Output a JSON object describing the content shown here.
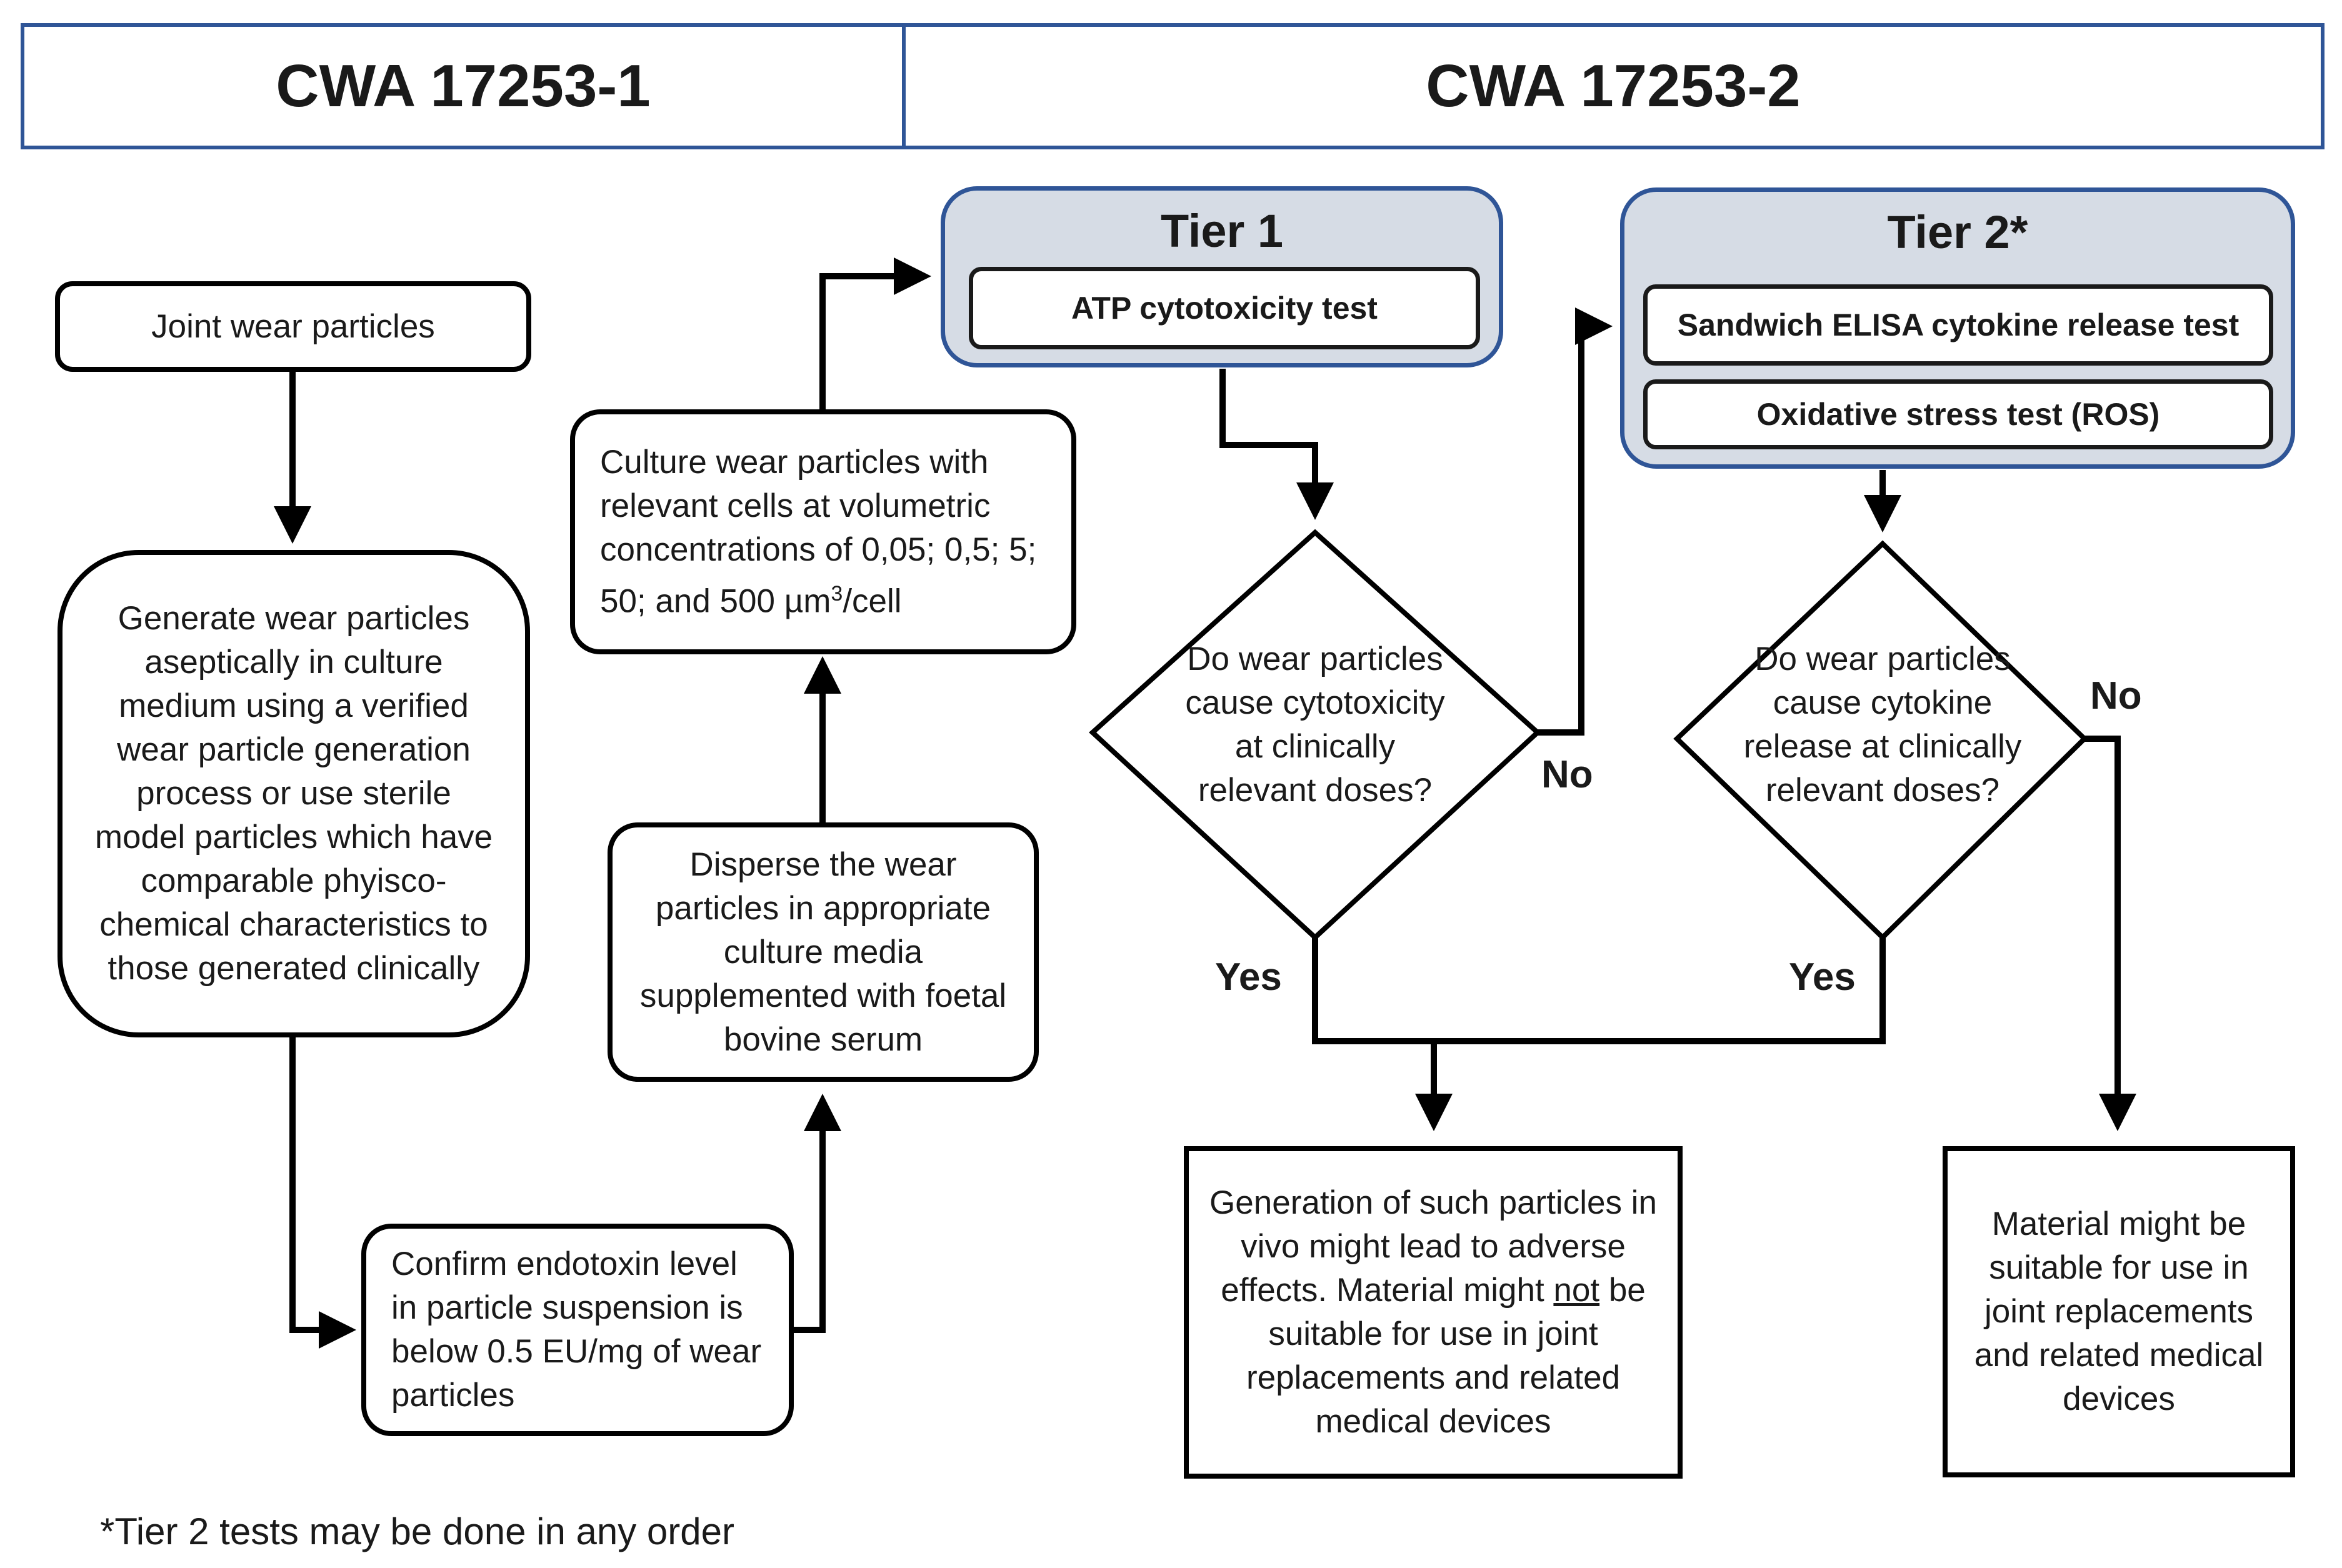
{
  "header": {
    "left": "CWA 17253-1",
    "right": "CWA 17253-2"
  },
  "nodes": {
    "joint_wear_particles": "Joint wear particles",
    "generate": "Generate wear particles aseptically in culture medium using a verified wear particle generation process or use sterile model particles which have comparable phyisco-chemical characteristics to those generated clinically",
    "confirm_endotoxin": "Confirm endotoxin level in particle suspension is below 0.5 EU/mg of wear particles",
    "disperse": "Disperse the wear particles in appropriate culture media supplemented with foetal bovine serum",
    "culture_prefix": "Culture  wear particles with relevant cells at volumetric concentrations of 0,05; 0,5; 5; 50; and 500 µm",
    "culture_sup": "3",
    "culture_suffix": "/cell"
  },
  "tier1": {
    "title": "Tier 1",
    "test": "ATP cytotoxicity test"
  },
  "tier2": {
    "title": "Tier 2*",
    "test_a": "Sandwich ELISA cytokine release test",
    "test_b": "Oxidative stress test (ROS)"
  },
  "decisions": {
    "cytotoxicity": "Do  wear particles cause cytotoxicity at clinically relevant doses?",
    "cytokine": "Do  wear particles cause cytokine release at clinically relevant doses?"
  },
  "labels": {
    "no_1": "No",
    "yes_1": "Yes",
    "no_2": "No",
    "yes_2": "Yes"
  },
  "outcomes": {
    "adverse_pre": "Generation of such particles in vivo might lead to adverse effects. Material might ",
    "adverse_emph": "not",
    "adverse_post": " be suitable for use in joint replacements and related medical devices",
    "suitable": "Material might be suitable for use in joint replacements and related medical devices"
  },
  "footnote": "*Tier 2 tests may be done in any order"
}
